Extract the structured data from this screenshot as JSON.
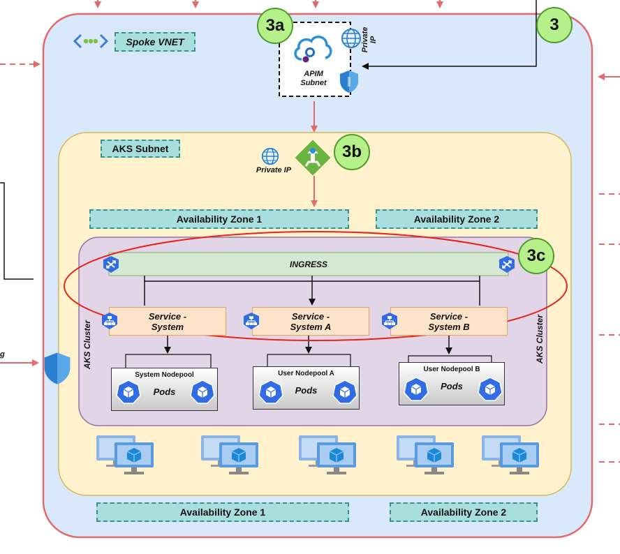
{
  "spoke_vnet": {
    "label": "Spoke VNET"
  },
  "apim": {
    "label_line1": "APIM",
    "label_line2": "Subnet",
    "private_ip_line1": "Private",
    "private_ip_line2": "IP"
  },
  "badges": {
    "b3": "3",
    "b3a": "3a",
    "b3b": "3b",
    "b3c": "3c"
  },
  "aks_subnet": {
    "label": "AKS Subnet",
    "private_ip": "Private IP"
  },
  "zones_top": [
    "Availability Zone 1",
    "Availability Zone 2"
  ],
  "zones_bottom": [
    "Availability Zone 1",
    "Availability Zone 2"
  ],
  "ingress": {
    "label": "INGRESS"
  },
  "aks_cluster": {
    "left_label": "AKS Cluster",
    "right_label": "AKS Cluster"
  },
  "services": [
    {
      "line1": "Service -",
      "line2": "System"
    },
    {
      "line1": "Service -",
      "line2": "System A"
    },
    {
      "line1": "Service -",
      "line2": "System B"
    }
  ],
  "nodepools": [
    {
      "label": "System Nodepool",
      "pods": "Pods"
    },
    {
      "label": "User Nodepool A",
      "pods": "Pods"
    },
    {
      "label": "User Nodepool B",
      "pods": "Pods"
    }
  ],
  "left_cut_text": "g",
  "colors": {
    "outer_border": "#e36a6a",
    "spoke_fill": "#dae8fc",
    "aks_subnet_fill": "#fff2cc",
    "cluster_fill": "#e1d5e7",
    "ingress_fill": "#d5e8d4",
    "badge_fill": "#b6f08a",
    "highlight_ellipse": "#e5251b"
  },
  "icons": [
    "vnet-icon",
    "apim-icon",
    "globe-icon",
    "shield-icon",
    "gateway-icon",
    "ingress-icon",
    "service-icon",
    "kubernetes-pod-icon",
    "vm-icon"
  ]
}
